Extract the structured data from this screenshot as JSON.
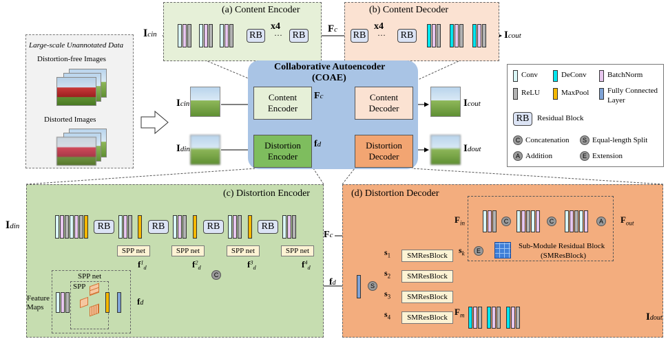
{
  "encoder_panel": {
    "title": "(a) Content Encoder",
    "rb_label": "RB",
    "repeat": "x4"
  },
  "decoder_panel": {
    "title": "(b) Content Decoder",
    "rb_label": "RB",
    "repeat": "x4"
  },
  "signals": {
    "I_cin": "I",
    "cin_sub": "cin",
    "F_c": "F",
    "c_sub": "c",
    "I_cout": "I",
    "cout_sub": "cout",
    "I_din": "I",
    "din_sub": "din",
    "f_d": "f",
    "d_sub": "d",
    "I_dout": "I",
    "dout_sub": "dout"
  },
  "data_box": {
    "title": "Large-scale Unannotated Data",
    "clean_label": "Distortion-free Images",
    "distorted_label": "Distorted Images"
  },
  "coae": {
    "title_line1": "Collaborative Autoencoder",
    "title_line2": "(COAE)",
    "content_encoder": "Content Encoder",
    "content_decoder": "Content Decoder",
    "distortion_encoder": "Distortion Encoder",
    "distortion_decoder": "Distortion Decoder"
  },
  "legend": {
    "conv": "Conv",
    "deconv": "DeConv",
    "batchnorm": "BatchNorm",
    "relu": "ReLU",
    "maxpool": "MaxPool",
    "fc": "Fully Connected Layer",
    "rb_key": "RB",
    "rb_text": "Residual Block",
    "c_key": "C",
    "c_text": "Concatenation",
    "s_key": "S",
    "s_text": "Equal-length  Split",
    "a_key": "A",
    "a_text": "Addition",
    "e_key": "E",
    "e_text": "Extension"
  },
  "dist_encoder_panel": {
    "title": "(c) Distortion Encoder",
    "rb_label": "RB",
    "spp_net": "SPP net",
    "spp": "SPP",
    "feature_maps": "Feature Maps",
    "c_key": "C",
    "f1": "f",
    "f1_sub": "d",
    "f1_sup": "1",
    "f2": "f",
    "f2_sub": "d",
    "f2_sup": "2",
    "f3": "f",
    "f3_sub": "d",
    "f3_sup": "3",
    "f4": "f",
    "f4_sub": "d",
    "f4_sup": "4",
    "fd_out": "f",
    "fd_sub": "d"
  },
  "dist_decoder_panel": {
    "title": "(d) Distortion Decoder",
    "smresblock": "SMResBlock",
    "s_key": "S",
    "s1": "s",
    "s1_sub": "1",
    "s2": "s",
    "s2_sub": "2",
    "s3": "s",
    "s3_sub": "3",
    "s4": "s",
    "s4_sub": "4",
    "fm": "F",
    "fm_sub": "m",
    "fin": "F",
    "fin_sub": "in",
    "fout": "F",
    "fout_sub": "out",
    "sk": "s",
    "sk_sub": "k",
    "e_key": "E",
    "c_key": "C",
    "a_key": "A",
    "sub_module_line1": "Sub-Module Residual Block",
    "sub_module_line2": "(SMResBlock)"
  },
  "colors": {
    "content_encoder_bg": "#e6f0d8",
    "content_decoder_bg": "#fbe2d2",
    "coae_bg": "#a9c4e5",
    "dist_encoder_bg": "#c6ddb0",
    "dist_decoder_bg": "#f3ad7e",
    "conv": "#d9f6f6",
    "deconv": "#00e5ee",
    "batchnorm": "#e7c6ee",
    "relu": "#b3b3b3",
    "maxpool": "#f5b800",
    "fc": "#7fa3d6"
  }
}
